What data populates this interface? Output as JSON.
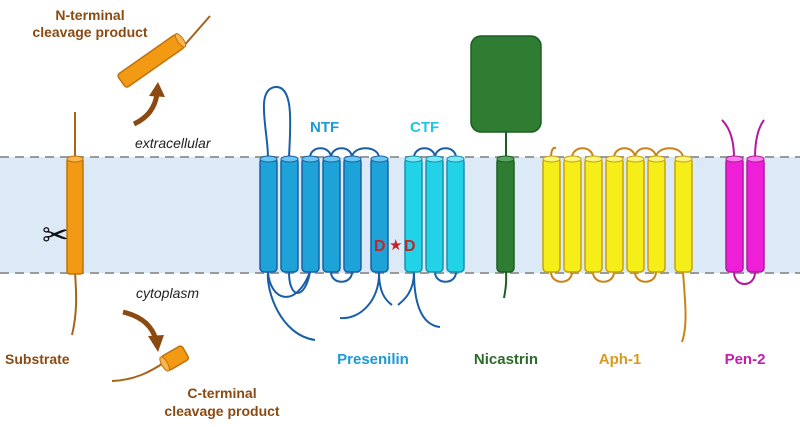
{
  "labels": {
    "n_terminal": [
      "N-terminal",
      "cleavage product"
    ],
    "c_terminal": [
      "C-terminal",
      "cleavage product"
    ],
    "extracellular": "extracellular",
    "cytoplasm": "cytoplasm",
    "substrate": "Substrate",
    "ntf": "NTF",
    "ctf": "CTF",
    "asp1": "D",
    "asp2": "D",
    "star": "★",
    "presenilin": "Presenilin",
    "nicastrin": "Nicastrin",
    "aph1": "Aph-1",
    "pen2": "Pen-2",
    "scissors": "✂"
  },
  "colors": {
    "membrane": "#dbeaf6",
    "membrane_edge": "#9a9a9a",
    "substrate": "#f39a14",
    "substrate_line": "#a8641a",
    "substrate_text": "#8a4a12",
    "arrow": "#8a4a12",
    "presenilin": "#1ea3d8",
    "presenilin_line": "#1a5fa6",
    "presenilin_text": "#1a9ad6",
    "ctf": "#22d3e8",
    "ctf_text": "#1ec6e6",
    "nicastrin": "#2e7d32",
    "nicastrin_line": "#1b5e20",
    "nicastrin_text": "#2e6b2a",
    "aph1": "#f6ee18",
    "aph1_line": "#c8841a",
    "aph1_text": "#d99a1a",
    "pen2": "#ee1fd6",
    "pen2_line": "#b01aa0",
    "pen2_text": "#c41ab0",
    "aspartate": "#cc2222"
  }
}
